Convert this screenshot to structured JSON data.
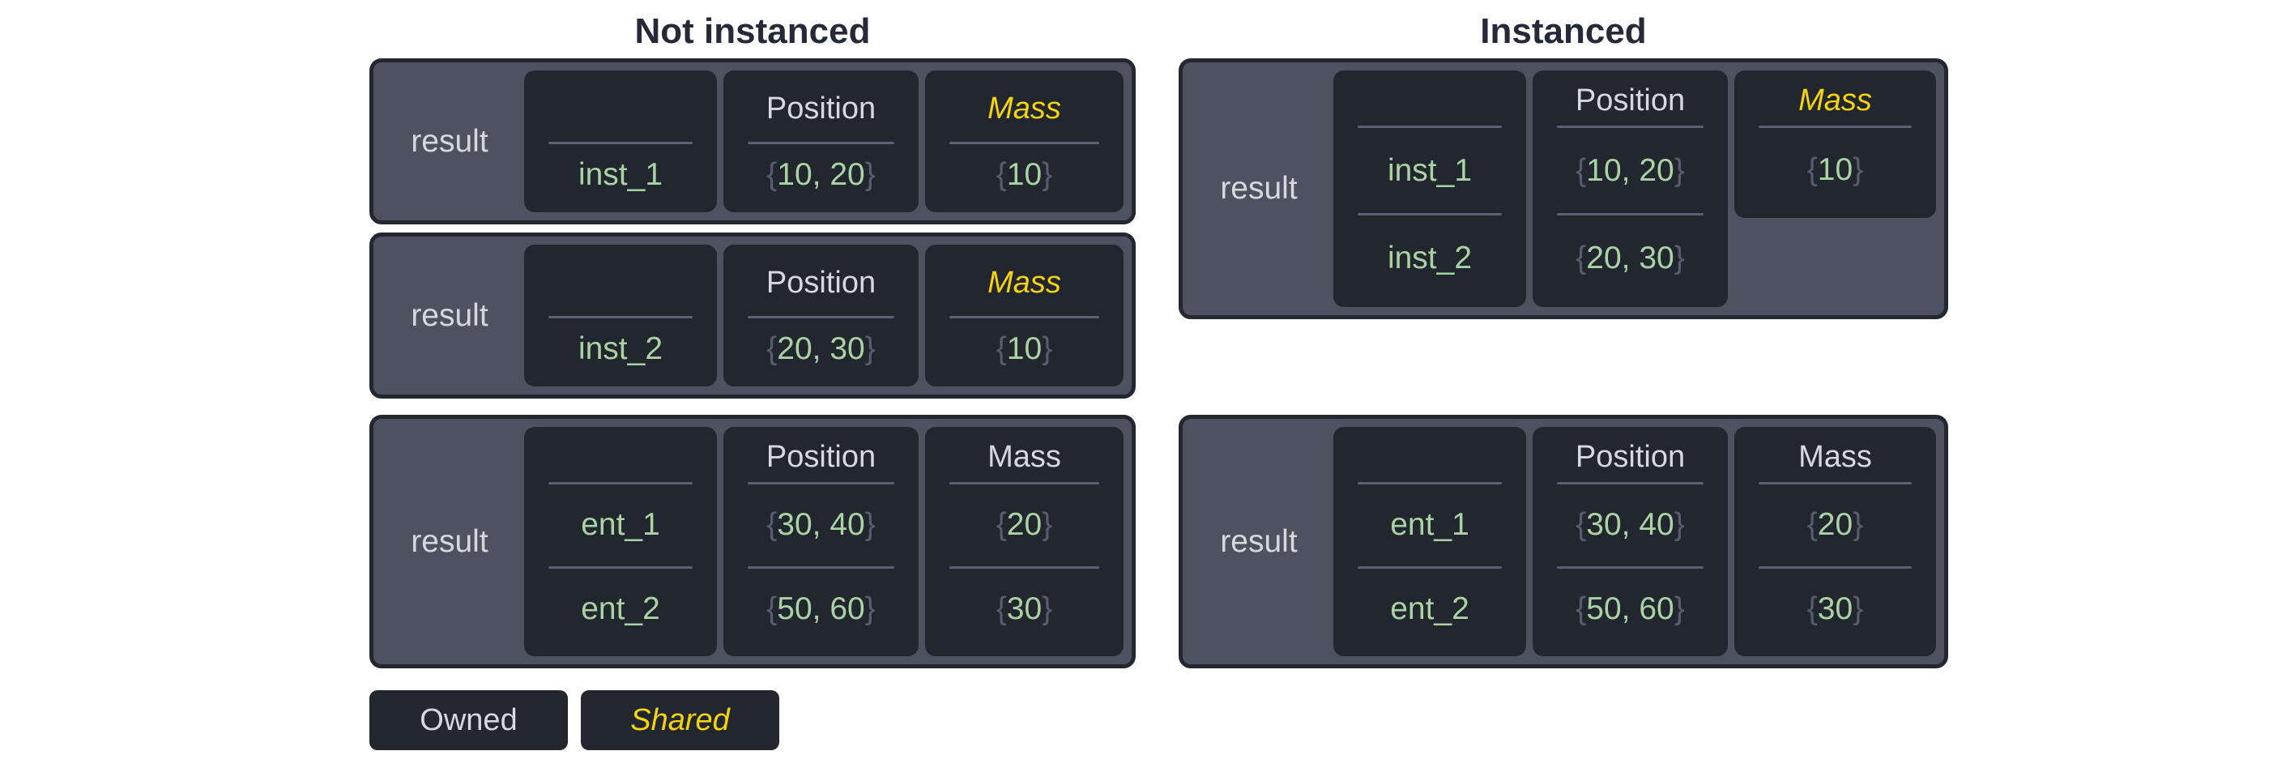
{
  "colors": {
    "page_bg": "#ffffff",
    "panel_bg": "#4c5260",
    "panel_border": "#23272f",
    "cell_bg": "#22262e",
    "text_light": "#d6d8dd",
    "text_green": "#a9d3a5",
    "brace_gray": "#575d6e",
    "divider": "#5b6170",
    "shared_yellow": "#f5d40b",
    "title_color": "#242a37"
  },
  "sections": [
    {
      "title": "Not instanced",
      "tables": [
        {
          "result_label": "result",
          "columns": [
            {
              "header": "",
              "shared": false,
              "values": [
                {
                  "text": "inst_1"
                }
              ]
            },
            {
              "header": "Position",
              "shared": false,
              "values": [
                {
                  "open": "{",
                  "text": "10, 20",
                  "close": "}"
                }
              ]
            },
            {
              "header": "Mass",
              "shared": true,
              "values": [
                {
                  "open": "{",
                  "text": "10",
                  "close": "}"
                }
              ]
            }
          ]
        },
        {
          "result_label": "result",
          "columns": [
            {
              "header": "",
              "shared": false,
              "values": [
                {
                  "text": "inst_2"
                }
              ]
            },
            {
              "header": "Position",
              "shared": false,
              "values": [
                {
                  "open": "{",
                  "text": "20, 30",
                  "close": "}"
                }
              ]
            },
            {
              "header": "Mass",
              "shared": true,
              "values": [
                {
                  "open": "{",
                  "text": "10",
                  "close": "}"
                }
              ]
            }
          ]
        },
        {
          "result_label": "result",
          "columns": [
            {
              "header": "",
              "shared": false,
              "values": [
                {
                  "text": "ent_1"
                },
                {
                  "text": "ent_2"
                }
              ]
            },
            {
              "header": "Position",
              "shared": false,
              "values": [
                {
                  "open": "{",
                  "text": "30, 40",
                  "close": "}"
                },
                {
                  "open": "{",
                  "text": "50, 60",
                  "close": "}"
                }
              ]
            },
            {
              "header": "Mass",
              "shared": false,
              "values": [
                {
                  "open": "{",
                  "text": "20",
                  "close": "}"
                },
                {
                  "open": "{",
                  "text": "30",
                  "close": "}"
                }
              ]
            }
          ]
        }
      ]
    },
    {
      "title": "Instanced",
      "tables": [
        {
          "result_label": "result",
          "columns": [
            {
              "header": "",
              "shared": false,
              "values": [
                {
                  "text": "inst_1"
                },
                {
                  "text": "inst_2"
                }
              ]
            },
            {
              "header": "Position",
              "shared": false,
              "values": [
                {
                  "open": "{",
                  "text": "10, 20",
                  "close": "}"
                },
                {
                  "open": "{",
                  "text": "20, 30",
                  "close": "}"
                }
              ]
            },
            {
              "header": "Mass",
              "shared": true,
              "short": true,
              "values": [
                {
                  "open": "{",
                  "text": "10",
                  "close": "}"
                }
              ]
            }
          ]
        },
        {
          "result_label": "result",
          "columns": [
            {
              "header": "",
              "shared": false,
              "values": [
                {
                  "text": "ent_1"
                },
                {
                  "text": "ent_2"
                }
              ]
            },
            {
              "header": "Position",
              "shared": false,
              "values": [
                {
                  "open": "{",
                  "text": "30, 40",
                  "close": "}"
                },
                {
                  "open": "{",
                  "text": "50, 60",
                  "close": "}"
                }
              ]
            },
            {
              "header": "Mass",
              "shared": false,
              "values": [
                {
                  "open": "{",
                  "text": "20",
                  "close": "}"
                },
                {
                  "open": "{",
                  "text": "30",
                  "close": "}"
                }
              ]
            }
          ]
        }
      ]
    }
  ],
  "legend": {
    "owned_label": "Owned",
    "shared_label": "Shared"
  }
}
